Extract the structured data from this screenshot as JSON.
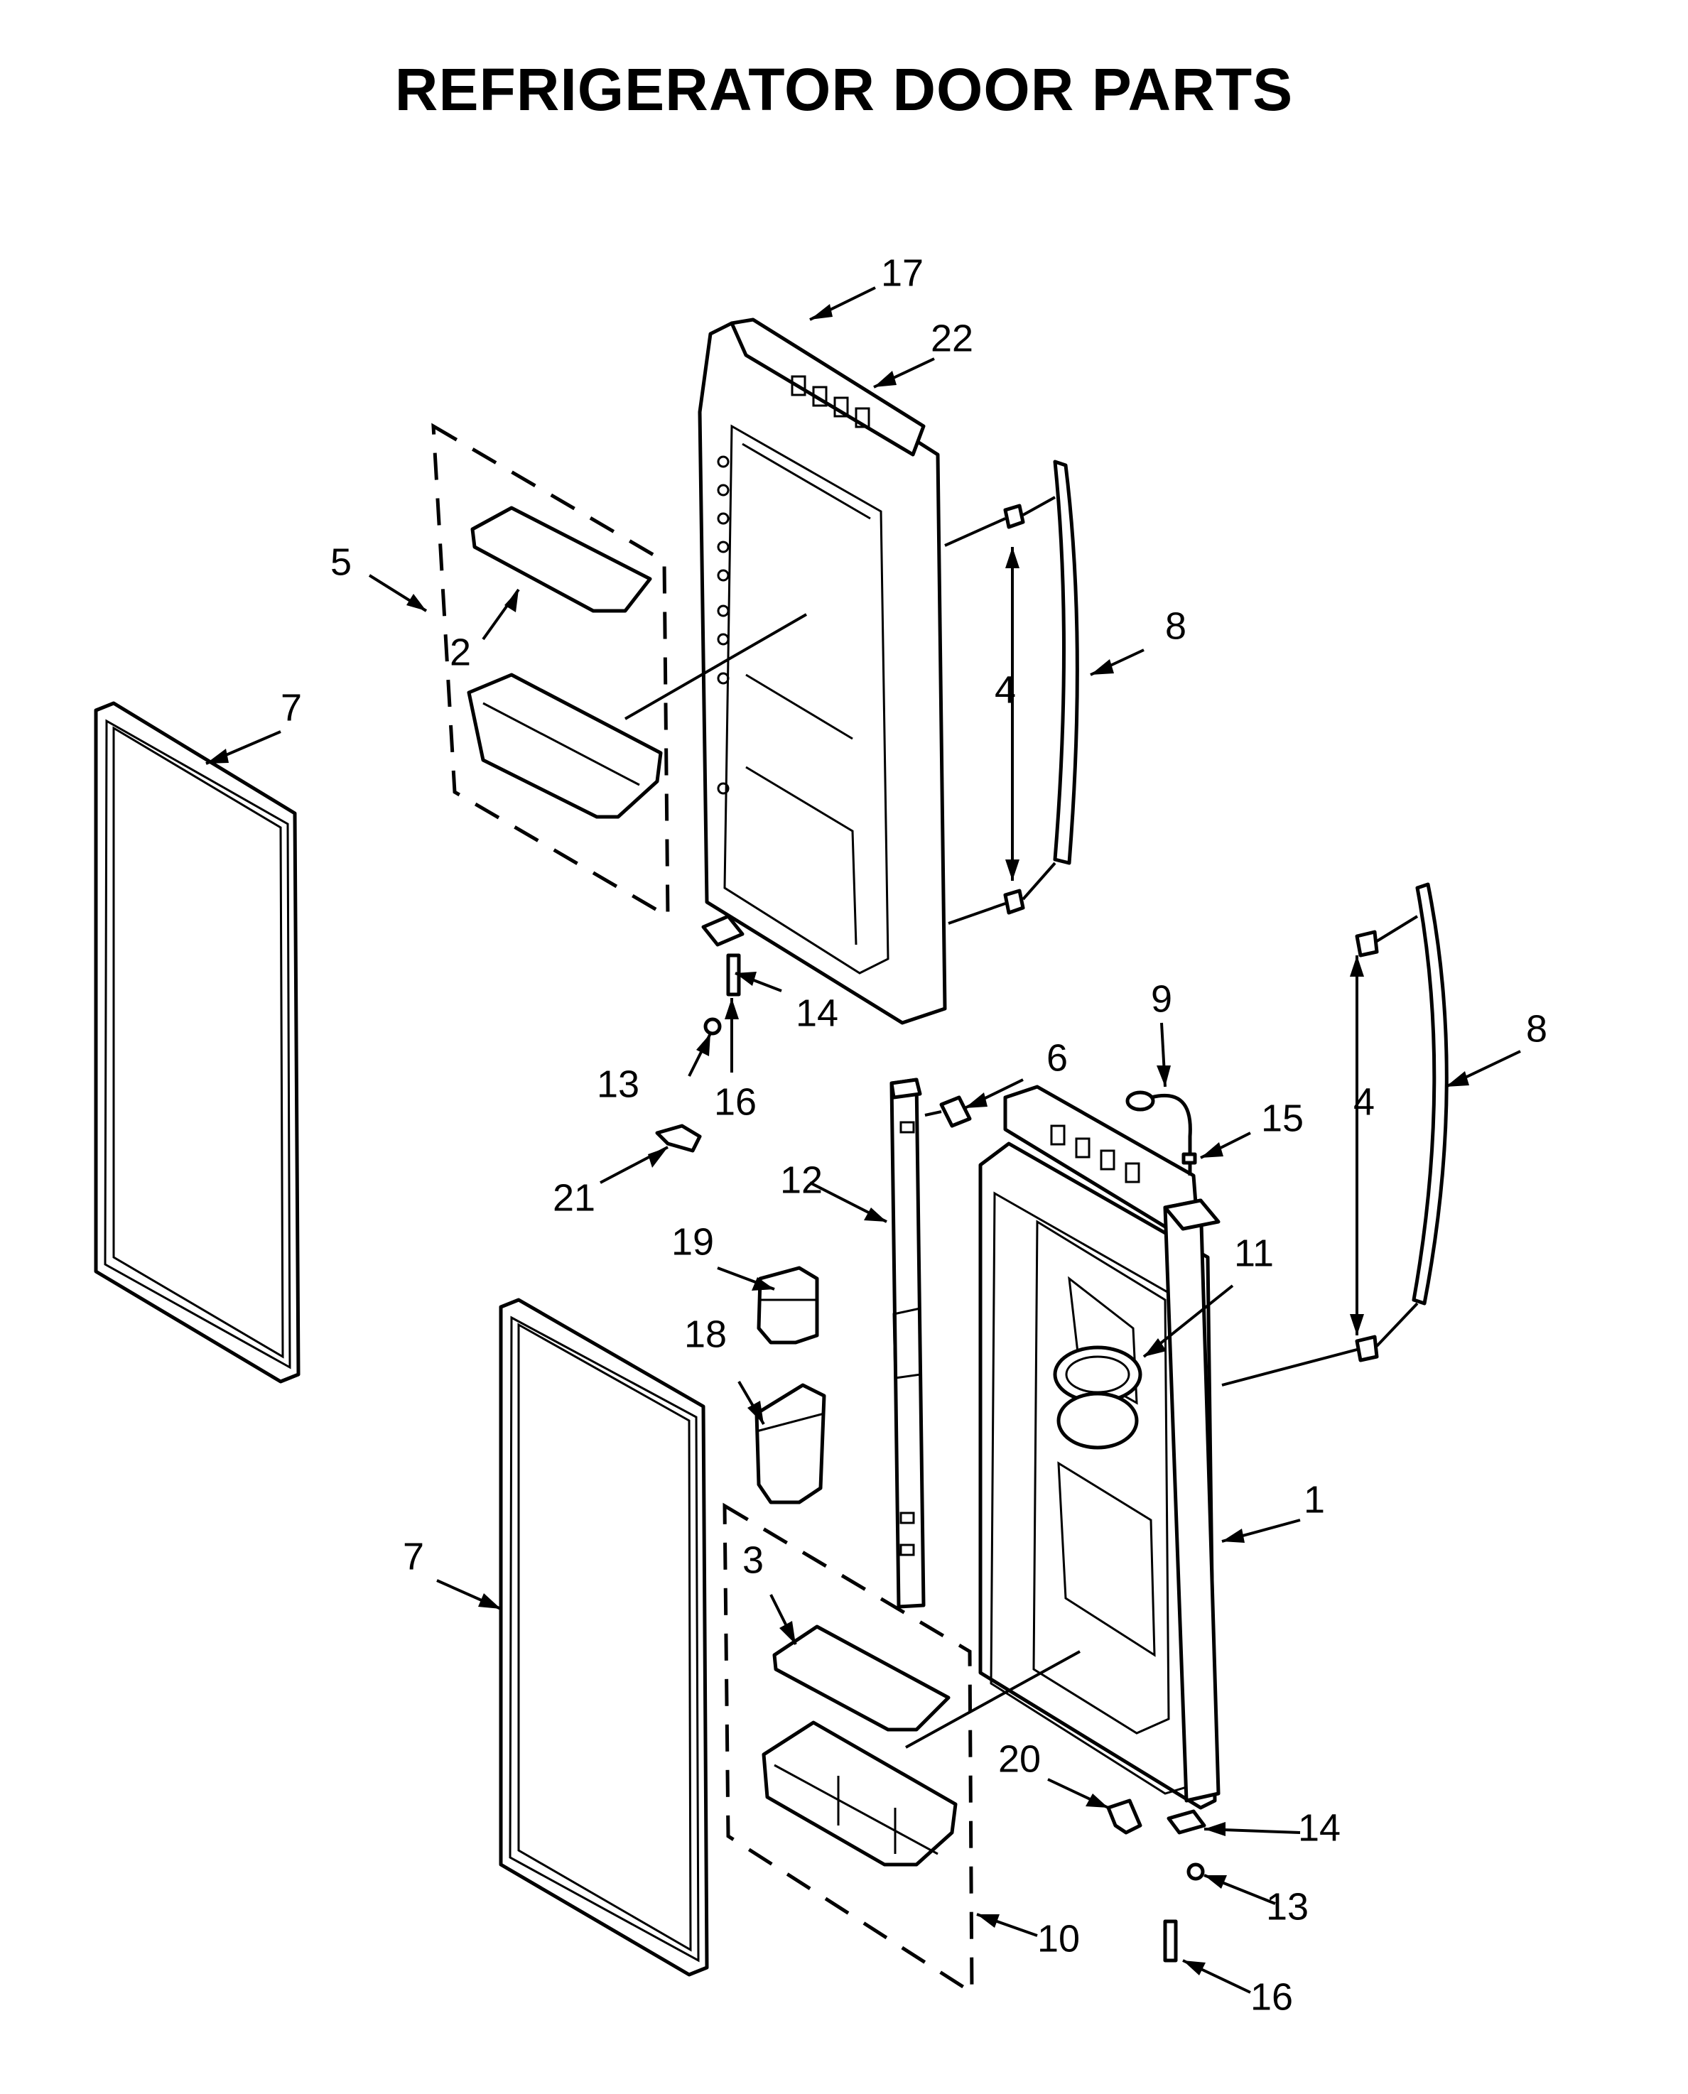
{
  "title": "REFRIGERATOR DOOR PARTS",
  "callouts": {
    "c17": "17",
    "c22": "22",
    "c5": "5",
    "c2": "2",
    "c7a": "7",
    "c4a": "4",
    "c8a": "8",
    "c14a": "14",
    "c13a": "13",
    "c16a": "16",
    "c9": "9",
    "c6": "6",
    "c15": "15",
    "c4b": "4",
    "c8b": "8",
    "c21": "21",
    "c12": "12",
    "c19": "19",
    "c11": "11",
    "c18": "18",
    "c1": "1",
    "c7b": "7",
    "c3": "3",
    "c20": "20",
    "c14b": "14",
    "c13b": "13",
    "c10": "10",
    "c16b": "16"
  }
}
